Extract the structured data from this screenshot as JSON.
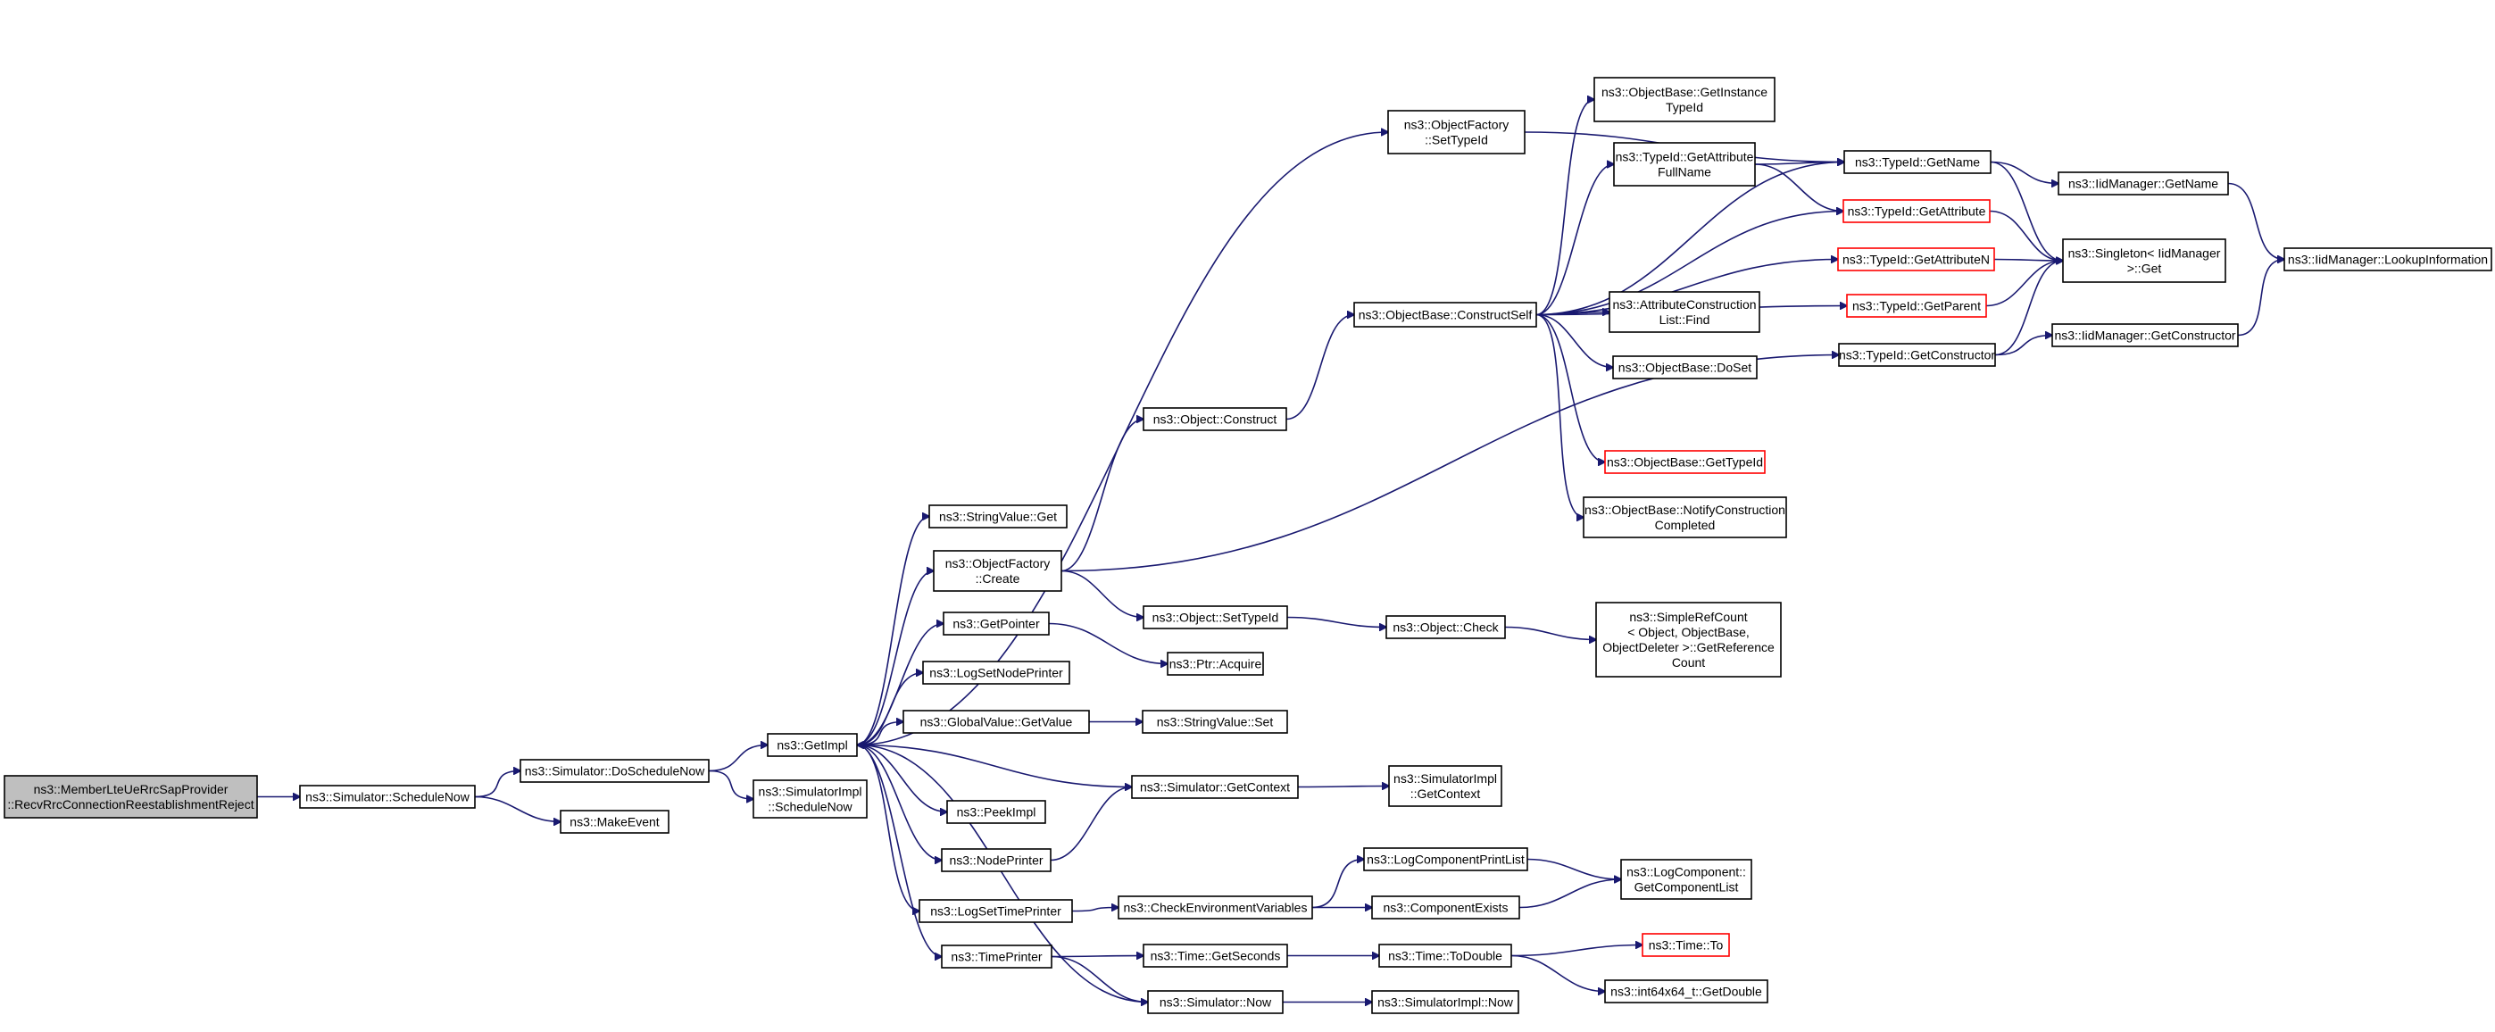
{
  "colors": {
    "edge": "#191970",
    "root_fill": "#bfbfbf",
    "truncated_border": "#ff0000",
    "border": "#000000"
  },
  "nodes": [
    {
      "id": "root",
      "label": [
        "ns3::MemberLteUeRrcSapProvider",
        "::RecvRrcConnectionReestablishmentReject"
      ],
      "style": "root"
    },
    {
      "id": "schedulenow",
      "label": [
        "ns3::Simulator::ScheduleNow"
      ]
    },
    {
      "id": "doschedulenow",
      "label": [
        "ns3::Simulator::DoScheduleNow"
      ]
    },
    {
      "id": "makeevent",
      "label": [
        "ns3::MakeEvent"
      ]
    },
    {
      "id": "getimpl",
      "label": [
        "ns3::GetImpl"
      ]
    },
    {
      "id": "simimpl_schedulenow",
      "label": [
        "ns3::SimulatorImpl",
        "::ScheduleNow"
      ]
    },
    {
      "id": "of_settypeid",
      "label": [
        "ns3::ObjectFactory",
        "::SetTypeId"
      ]
    },
    {
      "id": "stringvalue_get",
      "label": [
        "ns3::StringValue::Get"
      ]
    },
    {
      "id": "of_create",
      "label": [
        "ns3::ObjectFactory",
        "::Create"
      ]
    },
    {
      "id": "getpointer",
      "label": [
        "ns3::GetPointer"
      ]
    },
    {
      "id": "logsetnodeprinter",
      "label": [
        "ns3::LogSetNodePrinter"
      ]
    },
    {
      "id": "globalvalue_getvalue",
      "label": [
        "ns3::GlobalValue::GetValue"
      ]
    },
    {
      "id": "peekimpl",
      "label": [
        "ns3::PeekImpl"
      ]
    },
    {
      "id": "nodeprinter",
      "label": [
        "ns3::NodePrinter"
      ]
    },
    {
      "id": "logsettimeprinter",
      "label": [
        "ns3::LogSetTimePrinter"
      ]
    },
    {
      "id": "timeprinter",
      "label": [
        "ns3::TimePrinter"
      ]
    },
    {
      "id": "object_construct",
      "label": [
        "ns3::Object::Construct"
      ]
    },
    {
      "id": "object_settypeid",
      "label": [
        "ns3::Object::SetTypeId"
      ]
    },
    {
      "id": "ptr_acquire",
      "label": [
        "ns3::Ptr::Acquire"
      ]
    },
    {
      "id": "stringvalue_set",
      "label": [
        "ns3::StringValue::Set"
      ]
    },
    {
      "id": "sim_getcontext",
      "label": [
        "ns3::Simulator::GetContext"
      ]
    },
    {
      "id": "checkenv",
      "label": [
        "ns3::CheckEnvironmentVariables"
      ]
    },
    {
      "id": "time_getseconds",
      "label": [
        "ns3::Time::GetSeconds"
      ]
    },
    {
      "id": "sim_now",
      "label": [
        "ns3::Simulator::Now"
      ]
    },
    {
      "id": "ob_constructself",
      "label": [
        "ns3::ObjectBase::ConstructSelf"
      ]
    },
    {
      "id": "object_check",
      "label": [
        "ns3::Object::Check"
      ]
    },
    {
      "id": "simimpl_getcontext",
      "label": [
        "ns3::SimulatorImpl",
        "::GetContext"
      ]
    },
    {
      "id": "logcomponentprintlist",
      "label": [
        "ns3::LogComponentPrintList"
      ]
    },
    {
      "id": "componentexists",
      "label": [
        "ns3::ComponentExists"
      ]
    },
    {
      "id": "time_todouble",
      "label": [
        "ns3::Time::ToDouble"
      ]
    },
    {
      "id": "simimpl_now",
      "label": [
        "ns3::SimulatorImpl::Now"
      ]
    },
    {
      "id": "ob_getinstancetypeid",
      "label": [
        "ns3::ObjectBase::GetInstance",
        "TypeId"
      ]
    },
    {
      "id": "tid_getattributefullname",
      "label": [
        "ns3::TypeId::GetAttribute",
        "FullName"
      ]
    },
    {
      "id": "acl_find",
      "label": [
        "ns3::AttributeConstruction",
        "List::Find"
      ]
    },
    {
      "id": "ob_doset",
      "label": [
        "ns3::ObjectBase::DoSet"
      ]
    },
    {
      "id": "ob_gettypeid",
      "label": [
        "ns3::ObjectBase::GetTypeId"
      ],
      "style": "red"
    },
    {
      "id": "ob_notifyconstruction",
      "label": [
        "ns3::ObjectBase::NotifyConstruction",
        "Completed"
      ]
    },
    {
      "id": "simplerefcount",
      "label": [
        "ns3::SimpleRefCount",
        "< Object, ObjectBase,",
        "ObjectDeleter >::GetReference",
        "Count"
      ]
    },
    {
      "id": "logcomponent_getlist",
      "label": [
        "ns3::LogComponent::",
        "GetComponentList"
      ]
    },
    {
      "id": "time_to",
      "label": [
        "ns3::Time::To"
      ],
      "style": "red"
    },
    {
      "id": "int64x64_getdouble",
      "label": [
        "ns3::int64x64_t::GetDouble"
      ]
    },
    {
      "id": "tid_getname",
      "label": [
        "ns3::TypeId::GetName"
      ]
    },
    {
      "id": "tid_getattribute",
      "label": [
        "ns3::TypeId::GetAttribute"
      ],
      "style": "red"
    },
    {
      "id": "tid_getattributen",
      "label": [
        "ns3::TypeId::GetAttributeN"
      ],
      "style": "red"
    },
    {
      "id": "tid_getparent",
      "label": [
        "ns3::TypeId::GetParent"
      ],
      "style": "red"
    },
    {
      "id": "tid_getconstructor",
      "label": [
        "ns3::TypeId::GetConstructor"
      ]
    },
    {
      "id": "iidmanager_getname",
      "label": [
        "ns3::IidManager::GetName"
      ]
    },
    {
      "id": "singleton_get",
      "label": [
        "ns3::Singleton< IidManager",
        ">::Get"
      ]
    },
    {
      "id": "iidmanager_getconstructor",
      "label": [
        "ns3::IidManager::GetConstructor"
      ]
    },
    {
      "id": "iidmanager_lookupinformation",
      "label": [
        "ns3::IidManager::LookupInformation"
      ]
    }
  ],
  "edges": [
    [
      "root",
      "schedulenow"
    ],
    [
      "schedulenow",
      "doschedulenow"
    ],
    [
      "schedulenow",
      "makeevent"
    ],
    [
      "doschedulenow",
      "getimpl"
    ],
    [
      "doschedulenow",
      "simimpl_schedulenow"
    ],
    [
      "getimpl",
      "of_settypeid"
    ],
    [
      "getimpl",
      "stringvalue_get"
    ],
    [
      "getimpl",
      "of_create"
    ],
    [
      "getimpl",
      "getpointer"
    ],
    [
      "getimpl",
      "logsetnodeprinter"
    ],
    [
      "getimpl",
      "globalvalue_getvalue"
    ],
    [
      "getimpl",
      "peekimpl"
    ],
    [
      "getimpl",
      "nodeprinter"
    ],
    [
      "getimpl",
      "logsettimeprinter"
    ],
    [
      "getimpl",
      "timeprinter"
    ],
    [
      "sim_getcontext",
      "getimpl"
    ],
    [
      "sim_now",
      "getimpl"
    ],
    [
      "of_settypeid",
      "tid_getname"
    ],
    [
      "of_create",
      "object_construct"
    ],
    [
      "of_create",
      "object_settypeid"
    ],
    [
      "of_create",
      "tid_getconstructor"
    ],
    [
      "getpointer",
      "ptr_acquire"
    ],
    [
      "globalvalue_getvalue",
      "stringvalue_set"
    ],
    [
      "sim_getcontext",
      "simimpl_getcontext"
    ],
    [
      "nodeprinter",
      "sim_getcontext"
    ],
    [
      "logsettimeprinter",
      "checkenv"
    ],
    [
      "timeprinter",
      "time_getseconds"
    ],
    [
      "timeprinter",
      "sim_now"
    ],
    [
      "object_construct",
      "ob_constructself"
    ],
    [
      "object_settypeid",
      "object_check"
    ],
    [
      "object_check",
      "simplerefcount"
    ],
    [
      "checkenv",
      "logcomponentprintlist"
    ],
    [
      "checkenv",
      "componentexists"
    ],
    [
      "time_getseconds",
      "time_todouble"
    ],
    [
      "sim_now",
      "simimpl_now"
    ],
    [
      "ob_constructself",
      "ob_getinstancetypeid"
    ],
    [
      "ob_constructself",
      "tid_getattributefullname"
    ],
    [
      "ob_constructself",
      "tid_getname"
    ],
    [
      "ob_constructself",
      "tid_getattribute"
    ],
    [
      "ob_constructself",
      "tid_getattributen"
    ],
    [
      "ob_constructself",
      "acl_find"
    ],
    [
      "ob_constructself",
      "ob_doset"
    ],
    [
      "ob_constructself",
      "tid_getparent"
    ],
    [
      "ob_constructself",
      "ob_gettypeid"
    ],
    [
      "ob_constructself",
      "ob_notifyconstruction"
    ],
    [
      "logcomponentprintlist",
      "logcomponent_getlist"
    ],
    [
      "componentexists",
      "logcomponent_getlist"
    ],
    [
      "time_todouble",
      "time_to"
    ],
    [
      "time_todouble",
      "int64x64_getdouble"
    ],
    [
      "tid_getattributefullname",
      "tid_getname"
    ],
    [
      "tid_getattributefullname",
      "tid_getattribute"
    ],
    [
      "tid_getname",
      "iidmanager_getname"
    ],
    [
      "tid_getname",
      "singleton_get"
    ],
    [
      "tid_getattribute",
      "singleton_get"
    ],
    [
      "tid_getattributen",
      "singleton_get"
    ],
    [
      "tid_getparent",
      "singleton_get"
    ],
    [
      "tid_getconstructor",
      "singleton_get"
    ],
    [
      "tid_getconstructor",
      "iidmanager_getconstructor"
    ],
    [
      "iidmanager_getname",
      "iidmanager_lookupinformation"
    ],
    [
      "iidmanager_getconstructor",
      "iidmanager_lookupinformation"
    ]
  ]
}
